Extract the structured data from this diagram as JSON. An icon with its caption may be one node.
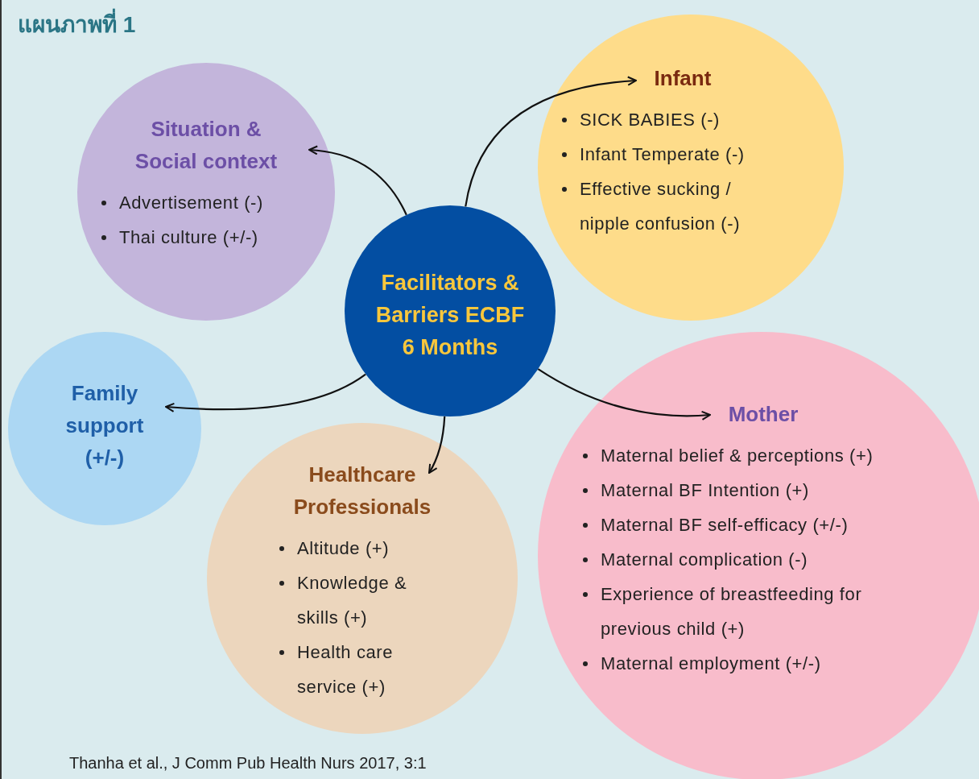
{
  "diagram": {
    "title": "แผนภาพที่ 1",
    "nodes": [
      {
        "text": [
          "Facilitators & Barriers ECBF 6 Months"
        ]
      },
      {
        "text": [
          "Situation & Social context",
          "Advertisement (-)",
          "Thai culture (+/-)"
        ]
      },
      {
        "text": [
          "Infant",
          "SICK BABIES (-)",
          "Infant Temperate (-)",
          "Effective sucking / nipple confusion (-)"
        ]
      },
      {
        "text": [
          "Family support (+/-)"
        ]
      },
      {
        "text": [
          "Healthcare Professionals",
          "Altitude (+)",
          "Knowledge & skills (+)",
          "Health care service (+)"
        ]
      },
      {
        "text": [
          "Mother",
          "Maternal belief & perceptions (+)",
          "Maternal BF Intention (+)",
          "Maternal BF self-efficacy (+/-)",
          "Maternal complication (-)",
          "Experience of breastfeeding for previous child (+)",
          "Maternal employment (+/-)"
        ]
      }
    ],
    "edges": [
      {
        "from": 0,
        "to": 1,
        "arrow": "to"
      },
      {
        "from": 0,
        "to": 2,
        "arrow": "to"
      },
      {
        "from": 0,
        "to": 3,
        "arrow": "to"
      },
      {
        "from": 0,
        "to": 4,
        "arrow": "to"
      },
      {
        "from": 0,
        "to": 5,
        "arrow": "to"
      }
    ],
    "caption": "Thanha et al., J Comm Pub Health Nurs 2017, 3:1"
  }
}
